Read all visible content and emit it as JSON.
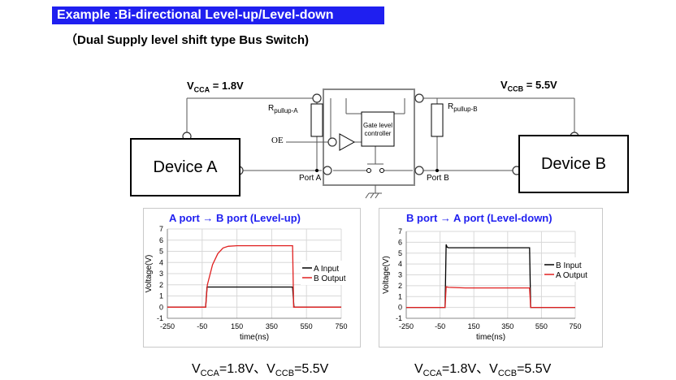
{
  "header": {
    "title": "Example :Bi-directional Level-up/Level-down",
    "subtitle": "（Dual Supply level shift type Bus Switch)"
  },
  "circuit": {
    "vcca": {
      "symbol": "V",
      "sub": "CCA",
      "value": " = 1.8V"
    },
    "vccb": {
      "symbol": "V",
      "sub": "CCB",
      "value": " = 5.5V"
    },
    "device_a": "Device A",
    "device_b": "Device B",
    "rpullup_a": {
      "symbol": "R",
      "sub": "pullup-A"
    },
    "rpullup_b": {
      "symbol": "R",
      "sub": "pullup-B"
    },
    "oe": "OE",
    "gate_line1": "Gate level",
    "gate_line2": "controller",
    "port_a": "Port A",
    "port_b": "Port B"
  },
  "chart_data": [
    {
      "type": "line",
      "title": "A port → B port (Level-up)",
      "xlabel": "time(ns)",
      "ylabel": "Voltage(V)",
      "xlim": [
        -250,
        750
      ],
      "ylim": [
        -1,
        7
      ],
      "xticks": [
        -250,
        -50,
        150,
        350,
        550,
        750
      ],
      "yticks": [
        -1,
        0,
        1,
        2,
        3,
        4,
        5,
        6,
        7
      ],
      "grid": true,
      "legend": "right",
      "series": [
        {
          "name": "A Input",
          "color": "#000000",
          "x": [
            -250,
            -30,
            -22,
            0,
            100,
            200,
            300,
            400,
            470,
            478,
            500,
            600,
            750
          ],
          "y": [
            0,
            0,
            1.8,
            1.8,
            1.8,
            1.8,
            1.8,
            1.8,
            1.8,
            0,
            0,
            0,
            0
          ]
        },
        {
          "name": "B Output",
          "color": "#e02020",
          "x": [
            -250,
            -30,
            -20,
            10,
            40,
            70,
            100,
            150,
            200,
            300,
            400,
            470,
            476,
            500,
            600,
            750
          ],
          "y": [
            0,
            0,
            2.0,
            3.8,
            4.8,
            5.3,
            5.45,
            5.5,
            5.5,
            5.5,
            5.5,
            5.5,
            0,
            0,
            0,
            0
          ]
        }
      ]
    },
    {
      "type": "line",
      "title": "B port → A port (Level-down)",
      "xlabel": "time(ns)",
      "ylabel": "Voltage(V)",
      "xlim": [
        -250,
        750
      ],
      "ylim": [
        -1,
        7
      ],
      "xticks": [
        -250,
        -50,
        150,
        350,
        550,
        750
      ],
      "yticks": [
        -1,
        0,
        1,
        2,
        3,
        4,
        5,
        6,
        7
      ],
      "grid": true,
      "legend": "right",
      "series": [
        {
          "name": "B Input",
          "color": "#000000",
          "x": [
            -250,
            -20,
            -14,
            -8,
            0,
            100,
            200,
            300,
            400,
            480,
            486,
            500,
            600,
            750
          ],
          "y": [
            0,
            0,
            5.8,
            5.55,
            5.5,
            5.5,
            5.5,
            5.5,
            5.5,
            5.5,
            0,
            0,
            0,
            0
          ]
        },
        {
          "name": "A Output",
          "color": "#e02020",
          "x": [
            -250,
            -20,
            -14,
            0,
            100,
            200,
            300,
            400,
            480,
            486,
            500,
            600,
            750
          ],
          "y": [
            0,
            0,
            1.9,
            1.85,
            1.8,
            1.8,
            1.8,
            1.8,
            1.8,
            0,
            0,
            0,
            0
          ]
        }
      ]
    }
  ],
  "captions": {
    "left": {
      "v1": "V",
      "s1": "CCA",
      "t1": "=1.8V、V",
      "s2": "CCB",
      "t2": "=5.5V"
    },
    "right": {
      "v1": "V",
      "s1": "CCA",
      "t1": "=1.8V、V",
      "s2": "CCB",
      "t2": "=5.5V"
    }
  }
}
